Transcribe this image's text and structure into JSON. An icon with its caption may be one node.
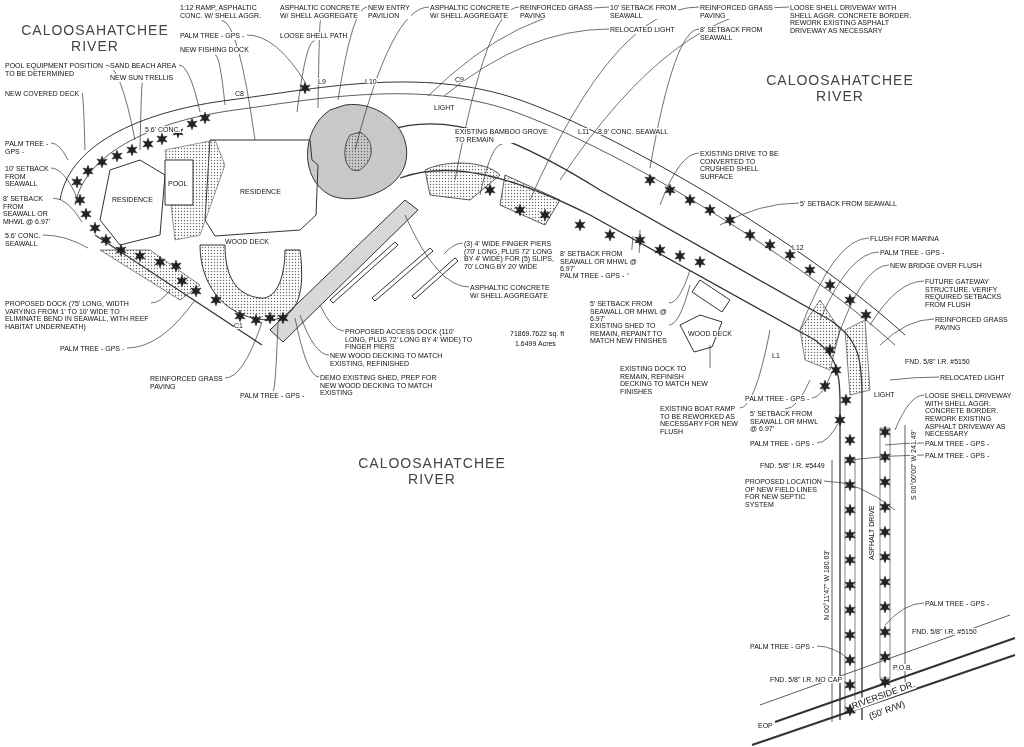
{
  "diagram": {
    "nodes": [
      {
        "text": [
          "ASPHALTIC CONCRETE W/ SHELL AGGREGATE"
        ]
      },
      {
        "text": [
          "NEW ENTRY PAVILION"
        ]
      },
      {
        "text": [
          "PALM TREE - GPS -"
        ]
      },
      {
        "text": [
          "1:12 RAMP, ASPHALTIC CONC. W/ SHELL AGGR."
        ]
      },
      {
        "text": [
          "LOOSE SHELL PATH"
        ]
      },
      {
        "text": [
          "NEW FISHING DOCK"
        ]
      },
      {
        "text": [
          "SAND BEACH AREA"
        ]
      },
      {
        "text": [
          "NEW SUN TRELLIS"
        ]
      },
      {
        "text": [
          "POOL EQUIPMENT POSITION TO BE DETERMINED"
        ]
      },
      {
        "text": [
          "NEW COVERED DECK"
        ]
      },
      {
        "text": [
          "PALM TREE - GPS -"
        ]
      },
      {
        "text": [
          "10' SETBACK FROM SEAWALL"
        ]
      },
      {
        "text": [
          "8' SETBACK FROM SEAWALL OR MHWL @ 6.97'"
        ]
      },
      {
        "text": [
          "5.6' CONC. SEAWALL"
        ]
      },
      {
        "text": [
          "PROPOSED DOCK (75' LONG, WIDTH VARYING FROM 1' TO 10' WIDE TO ELIMINATE BEND IN SEAWALL, WITH REEF HABITAT UNDERNEATH)"
        ]
      },
      {
        "text": [
          "PALM TREE - GPS -"
        ]
      },
      {
        "text": [
          "REINFORCED GRASS PAVING"
        ]
      },
      {
        "text": [
          "PALM TREE - GPS -"
        ]
      },
      {
        "text": [
          "DEMO EXISTING SHED, PREP FOR NEW WOOD DECKING TO MATCH EXISTING"
        ]
      },
      {
        "text": [
          "NEW WOOD DECKING TO MATCH EXISTING, REFINISHED"
        ]
      },
      {
        "text": [
          "PROPOSED ACCESS DOCK (110' LONG, PLUS 72' LONG BY 4' WIDE) TO FINGER PIERS"
        ]
      },
      {
        "text": [
          "ASPHALTIC CONCRETE W/ SHELL AGGREGATE"
        ]
      },
      {
        "text": [
          "(3) 4' WIDE FINGER PIERS (70' LONG, PLUS 72' LONG BY 4' WIDE) FOR (5) SLIPS, 70' LONG BY 20' WIDE"
        ]
      },
      {
        "text": [
          "ASPHALTIC CONCRETE W/ SHELL AGGREGATE"
        ]
      },
      {
        "text": [
          "REINFORCED GRASS PAVING"
        ]
      },
      {
        "text": [
          "10' SETBACK FROM SEAWALL"
        ]
      },
      {
        "text": [
          "RELOCATED LIGHT"
        ]
      },
      {
        "text": [
          "REINFORCED GRASS PAVING"
        ]
      },
      {
        "text": [
          "8' SETBACK FROM SEAWALL"
        ]
      },
      {
        "text": [
          "LOOSE SHELL DRIVEWAY WITH SHELL AGGR. CONCRETE BORDER. REWORK EXISTING ASPHALT DRIVEWAY AS NECESSARY"
        ]
      },
      {
        "text": [
          "EXISTING BAMBOO GROVE TO REMAIN"
        ]
      },
      {
        "text": [
          "EXISTING DRIVE TO BE CONVERTED TO CRUSHED SHELL SURFACE"
        ]
      },
      {
        "text": [
          "5' SETBACK FROM SEAWALL"
        ]
      },
      {
        "text": [
          "8' SETBACK FROM SEAWALL OR MHWL @ 6.97'"
        ]
      },
      {
        "text": [
          "PALM TREE - GPS -"
        ]
      },
      {
        "text": [
          "FLUSH FOR MARINA"
        ]
      },
      {
        "text": [
          "PALM TREE - GPS -"
        ]
      },
      {
        "text": [
          "NEW BRIDGE OVER FLUSH"
        ]
      },
      {
        "text": [
          "FUTURE GATEWAY STRUCTURE. VERIFY REQUIRED SETBACKS FROM FLUSH"
        ]
      },
      {
        "text": [
          "REINFORCED GRASS PAVING"
        ]
      },
      {
        "text": [
          "5' SETBACK FROM SEAWALL OR MHWL @ 6.97'"
        ]
      },
      {
        "text": [
          "EXISTING SHED TO REMAIN, REPAINT TO MATCH NEW FINISHES"
        ]
      },
      {
        "text": [
          "EXISTING DOCK TO REMAIN, REFINISH DECKING TO MATCH NEW FINISHES"
        ]
      },
      {
        "text": [
          "RELOCATED LIGHT"
        ]
      },
      {
        "text": [
          "EXISTING BOAT RAMP TO BE REWORKED AS NECESSARY FOR NEW FLUSH"
        ]
      },
      {
        "text": [
          "PALM TREE - GPS -"
        ]
      },
      {
        "text": [
          "5' SETBACK FROM SEAWALL OR MHWL @ 6.97'"
        ]
      },
      {
        "text": [
          "PALM TREE - GPS -"
        ]
      },
      {
        "text": [
          "LOOSE SHELL DRIVEWAY WITH SHELL AGGR. CONCRETE BORDER. REWORK EXISTING ASPHALT DRIVEWAY AS NECESSARY"
        ]
      },
      {
        "text": [
          "PALM TREE - GPS -"
        ]
      },
      {
        "text": [
          "PALM TREE - GPS -"
        ]
      },
      {
        "text": [
          "PROPOSED LOCATION OF NEW FIELD LINES FOR NEW SEPTIC SYSTEM"
        ]
      },
      {
        "text": [
          "PALM TREE - GPS -"
        ]
      },
      {
        "text": [
          "PALM TREE - GPS -"
        ]
      }
    ],
    "edges": [
      {
        "from": 0,
        "to": null,
        "arrow": "none"
      },
      {
        "from": 1,
        "to": null,
        "arrow": "none"
      },
      {
        "from": 2,
        "to": null,
        "arrow": "none"
      },
      {
        "from": 3,
        "to": null,
        "arrow": "none"
      },
      {
        "from": 4,
        "to": null,
        "arrow": "none"
      },
      {
        "from": 5,
        "to": null,
        "arrow": "none"
      },
      {
        "from": 6,
        "to": null,
        "arrow": "none"
      },
      {
        "from": 7,
        "to": null,
        "arrow": "none"
      },
      {
        "from": 8,
        "to": null,
        "arrow": "none"
      },
      {
        "from": 9,
        "to": null,
        "arrow": "none"
      },
      {
        "from": 10,
        "to": null,
        "arrow": "none"
      },
      {
        "from": 11,
        "to": null,
        "arrow": "none"
      },
      {
        "from": 12,
        "to": null,
        "arrow": "none"
      },
      {
        "from": 13,
        "to": null,
        "arrow": "none"
      },
      {
        "from": 14,
        "to": null,
        "arrow": "none"
      },
      {
        "from": 15,
        "to": null,
        "arrow": "none"
      },
      {
        "from": 16,
        "to": null,
        "arrow": "none"
      },
      {
        "from": 17,
        "to": null,
        "arrow": "none"
      },
      {
        "from": 18,
        "to": null,
        "arrow": "none"
      },
      {
        "from": 19,
        "to": null,
        "arrow": "none"
      },
      {
        "from": 20,
        "to": null,
        "arrow": "none"
      },
      {
        "from": 21,
        "to": null,
        "arrow": "none"
      },
      {
        "from": 22,
        "to": null,
        "arrow": "none"
      },
      {
        "from": 23,
        "to": null,
        "arrow": "none"
      },
      {
        "from": 24,
        "to": null,
        "arrow": "none"
      },
      {
        "from": 25,
        "to": null,
        "arrow": "none"
      },
      {
        "from": 26,
        "to": null,
        "arrow": "none"
      },
      {
        "from": 27,
        "to": null,
        "arrow": "none"
      },
      {
        "from": 28,
        "to": null,
        "arrow": "none"
      },
      {
        "from": 29,
        "to": null,
        "arrow": "none"
      },
      {
        "from": 30,
        "to": null,
        "arrow": "none"
      },
      {
        "from": 31,
        "to": null,
        "arrow": "none"
      },
      {
        "from": 32,
        "to": null,
        "arrow": "none"
      },
      {
        "from": 33,
        "to": null,
        "arrow": "none"
      },
      {
        "from": 34,
        "to": null,
        "arrow": "none"
      },
      {
        "from": 35,
        "to": null,
        "arrow": "none"
      },
      {
        "from": 36,
        "to": null,
        "arrow": "none"
      },
      {
        "from": 37,
        "to": null,
        "arrow": "none"
      },
      {
        "from": 38,
        "to": null,
        "arrow": "none"
      },
      {
        "from": 39,
        "to": null,
        "arrow": "none"
      },
      {
        "from": 40,
        "to": null,
        "arrow": "none"
      },
      {
        "from": 41,
        "to": null,
        "arrow": "none"
      },
      {
        "from": 42,
        "to": null,
        "arrow": "none"
      },
      {
        "from": 43,
        "to": null,
        "arrow": "none"
      },
      {
        "from": 44,
        "to": null,
        "arrow": "none"
      },
      {
        "from": 45,
        "to": null,
        "arrow": "none"
      },
      {
        "from": 46,
        "to": null,
        "arrow": "none"
      },
      {
        "from": 47,
        "to": null,
        "arrow": "none"
      },
      {
        "from": 48,
        "to": null,
        "arrow": "none"
      },
      {
        "from": 49,
        "to": null,
        "arrow": "none"
      },
      {
        "from": 50,
        "to": null,
        "arrow": "none"
      },
      {
        "from": 51,
        "to": null,
        "arrow": "none"
      },
      {
        "from": 52,
        "to": null,
        "arrow": "none"
      },
      {
        "from": 53,
        "to": null,
        "arrow": "none"
      }
    ],
    "labels": [
      "CALOOSAHATCHEE RIVER",
      "CALOOSAHATCHEE RIVER",
      "CALOOSAHATCHEE RIVER",
      "C8",
      "L9",
      "L10",
      "C9",
      "LIGHT",
      "L11",
      "8.9' CONC. SEAWALL",
      "5.6' CONC.",
      "RESIDENCE",
      "POOL",
      "RESIDENCE",
      "WOOD DECK",
      "C1",
      "71869.7622 sq. ft",
      "1.6499 Acres",
      "L12",
      "WOOD DECK",
      "L1",
      "LIGHT",
      "FND. 5/8\" I.R. #5150",
      "FND. 5/8\" I.R. #5449",
      "N 00°11'47\" W 180.63'",
      "ASPHALT DRIVE",
      "S 00°00'00\" W 241.49'",
      "FND. 5/8\" I.R. #5150",
      "FND. 5/8\" I.R. NO CAP",
      "P.O.B.",
      "RIVERSIDE DR.",
      "(50' R/W)",
      "EOP"
    ]
  }
}
